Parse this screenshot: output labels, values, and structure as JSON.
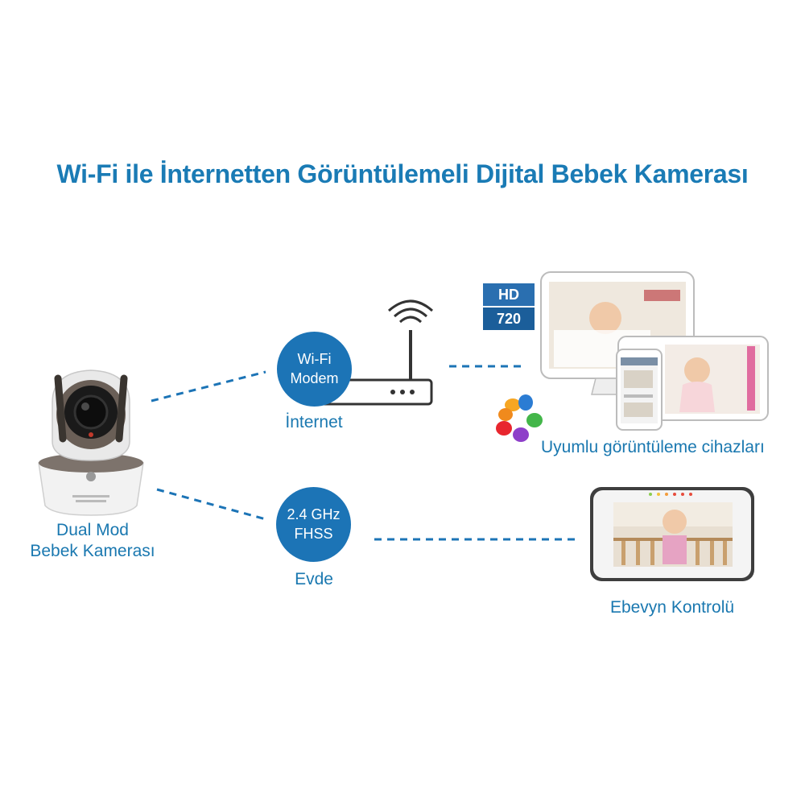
{
  "title": "Wi-Fi ile İnternetten Görüntülemeli Dijital Bebek Kamerası",
  "camera": {
    "label_line1": "Dual Mod",
    "label_line2": "Bebek Kamerası"
  },
  "wifi_node": {
    "line1": "Wi-Fi",
    "line2": "Modem",
    "label": "İnternet"
  },
  "fhss_node": {
    "line1": "2.4 GHz",
    "line2": "FHSS",
    "label": "Evde"
  },
  "hd_badge": {
    "line1": "HD",
    "line2": "720"
  },
  "devices_label": "Uyumlu görüntüleme cihazları",
  "monitor_label": "Ebevyn Kontrolü",
  "colors": {
    "accent": "#1c74b6",
    "text": "#1a78b0"
  }
}
